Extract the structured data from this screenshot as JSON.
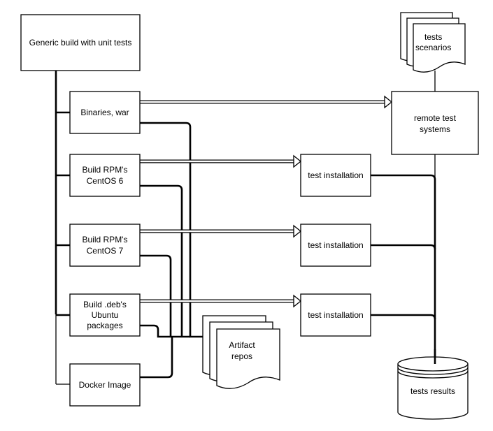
{
  "diagram": {
    "generic_build": "Generic build with unit tests",
    "binaries": "Binaries, war",
    "rpm6": {
      "line1": "Build RPM's",
      "line2": "CentOS 6"
    },
    "rpm7": {
      "line1": "Build RPM's",
      "line2": "CentOS 7"
    },
    "deb": {
      "line1": "Build .deb's",
      "line2": "Ubuntu",
      "line3": "packages"
    },
    "docker": "Docker Image",
    "artifact": {
      "line1": "Artifact",
      "line2": "repos"
    },
    "scenarios": {
      "line1": "tests",
      "line2": "scenarios"
    },
    "remote": {
      "line1": "remote test",
      "line2": "systems"
    },
    "test_installation_1": "test installation",
    "test_installation_2": "test installation",
    "test_installation_3": "test installation",
    "results": "tests results"
  }
}
